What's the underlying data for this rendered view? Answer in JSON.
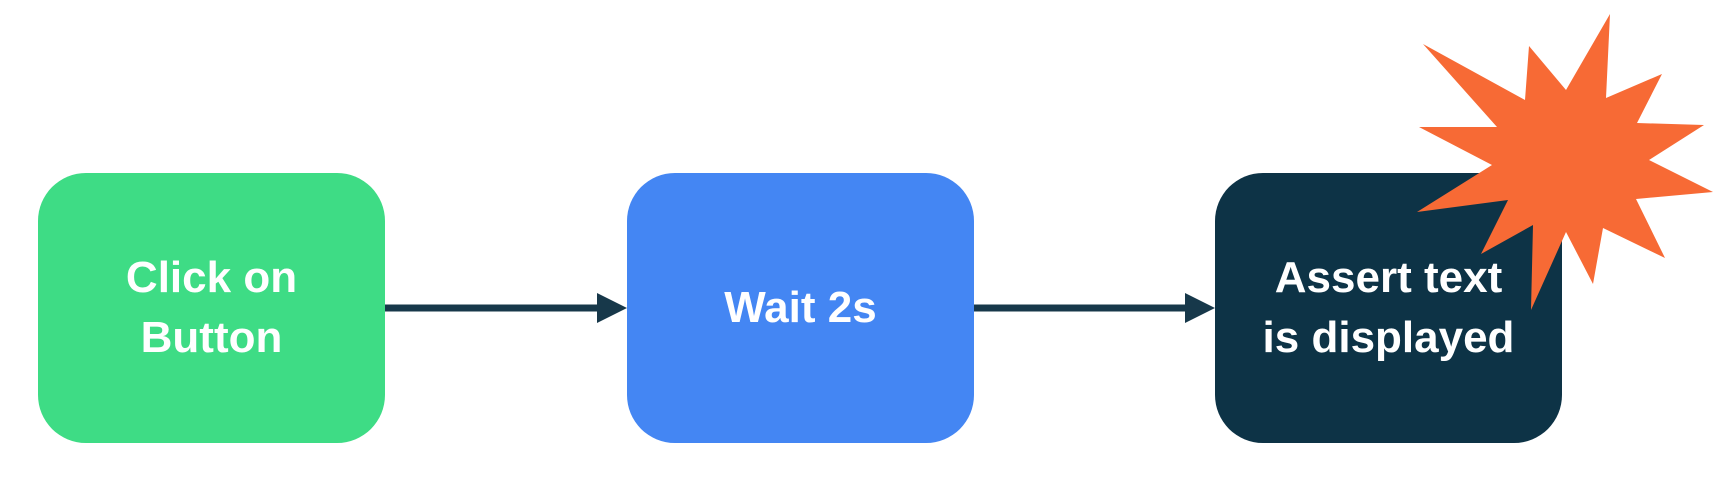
{
  "canvas": {
    "background": "#ffffff"
  },
  "flow": {
    "text_color": "#ffffff",
    "arrow_color": "#17384a",
    "burst_color": "#f76a35",
    "nodes": [
      {
        "label": "Click on Button",
        "lines": [
          "Click on",
          "Button"
        ],
        "fill": "#3edc85"
      },
      {
        "label": "Wait 2s",
        "lines": [
          "Wait 2s"
        ],
        "fill": "#4486f3"
      },
      {
        "label": "Assert text is displayed",
        "lines": [
          "Assert text",
          "is displayed"
        ],
        "fill": "#0d3346"
      }
    ],
    "edges": [
      {
        "from": "Click on Button",
        "to": "Wait 2s"
      },
      {
        "from": "Wait 2s",
        "to": "Assert text is displayed"
      }
    ]
  }
}
